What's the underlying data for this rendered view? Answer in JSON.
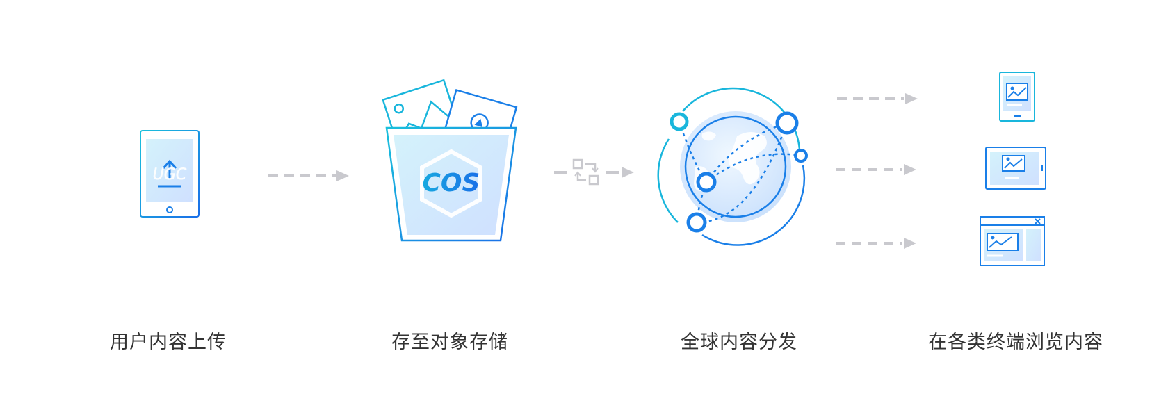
{
  "steps": [
    {
      "label": "用户内容上传",
      "icon_text": "UGC"
    },
    {
      "label": "存至对象存储",
      "icon_text": "COS"
    },
    {
      "label": "全球内容分发"
    },
    {
      "label": "在各类终端浏览内容"
    }
  ],
  "icons": {
    "step1": "tablet-upload-icon",
    "step2": "storage-bucket-icon",
    "step3": "globe-network-icon",
    "step4": [
      "tablet-image-icon",
      "mobile-landscape-image-icon",
      "browser-window-image-icon"
    ],
    "transfer": "sync-transfer-icon"
  },
  "colors": {
    "primary_blue": "#1a7fe8",
    "cyan": "#19b6dc",
    "light_fill": "#dcefff",
    "arrow_gray": "#c9c9ce",
    "label_text": "#333333"
  }
}
